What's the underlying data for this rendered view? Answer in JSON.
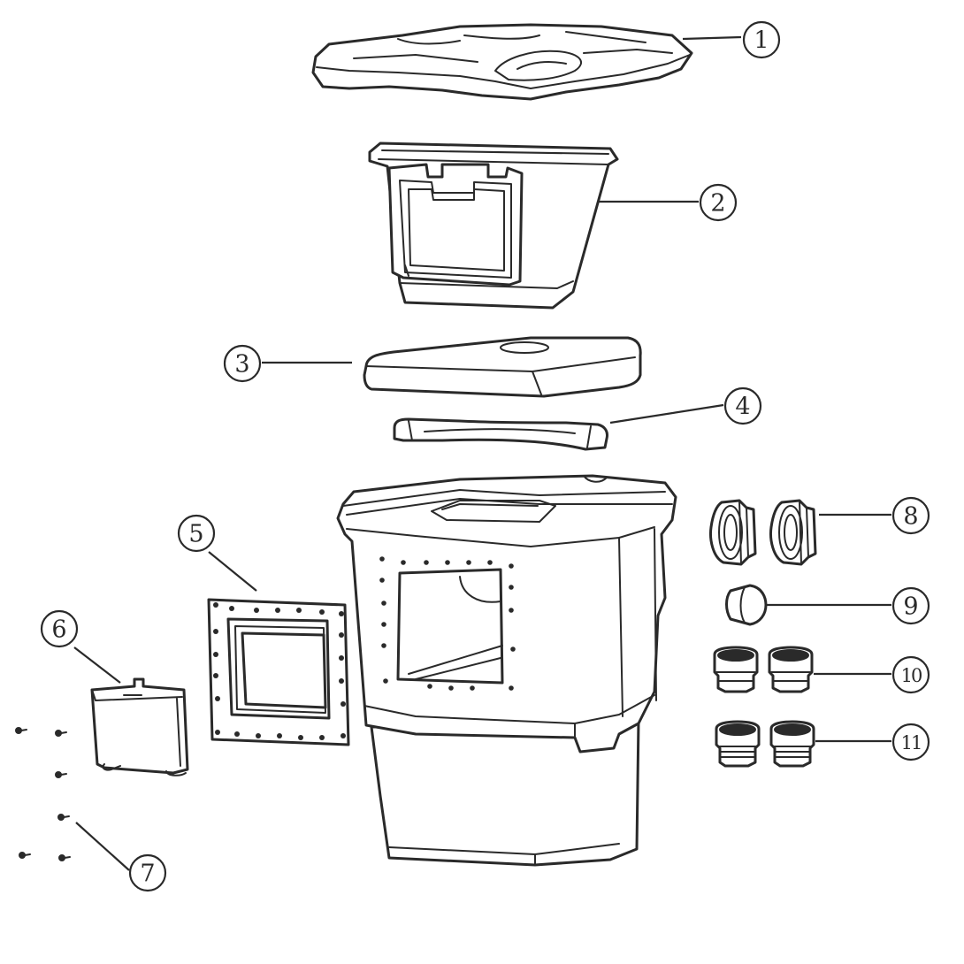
{
  "colors": {
    "line": "#2a2a2a",
    "background": "#ffffff"
  },
  "parts": [
    {
      "id": "lid",
      "label": "1"
    },
    {
      "id": "basket",
      "label": "2"
    },
    {
      "id": "filter-pad",
      "label": "3"
    },
    {
      "id": "pad-support",
      "label": "4"
    },
    {
      "id": "faceplate-gasket",
      "label": "5"
    },
    {
      "id": "weir-door",
      "label": "6"
    },
    {
      "id": "screws",
      "label": "7"
    },
    {
      "id": "bulkhead-fittings",
      "label": "8"
    },
    {
      "id": "plug",
      "label": "9"
    },
    {
      "id": "adapters-a",
      "label": "10"
    },
    {
      "id": "adapters-b",
      "label": "11"
    }
  ]
}
